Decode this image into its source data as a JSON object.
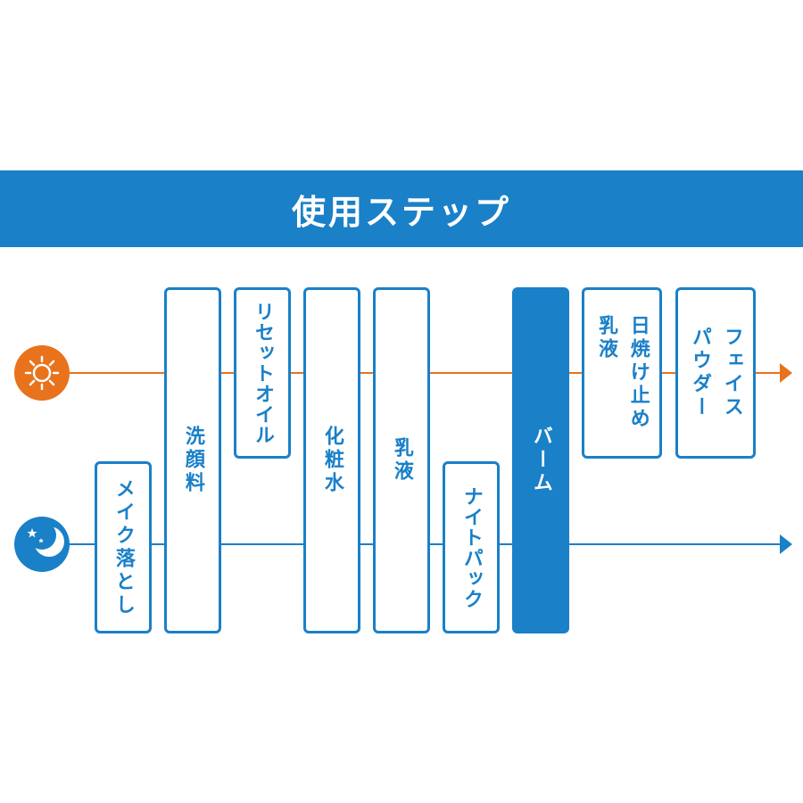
{
  "header": {
    "title": "使用ステップ"
  },
  "icons": {
    "day": "sun-icon",
    "night": "moon-stars-icon"
  },
  "colors": {
    "blue": "#1a80c8",
    "orange": "#e8731c"
  },
  "steps": {
    "makeup_remover": "メイク落とし",
    "face_wash": "洗顔料",
    "reset_oil": "リセットオイル",
    "toner": "化粧水",
    "emulsion": "乳液",
    "night_pack": "ナイトパック",
    "balm": "バーム",
    "sunscreen_line1": "日焼け止め",
    "sunscreen_line2": "乳液",
    "face_powder_line1": "フェイス",
    "face_powder_line2": "パウダー"
  }
}
